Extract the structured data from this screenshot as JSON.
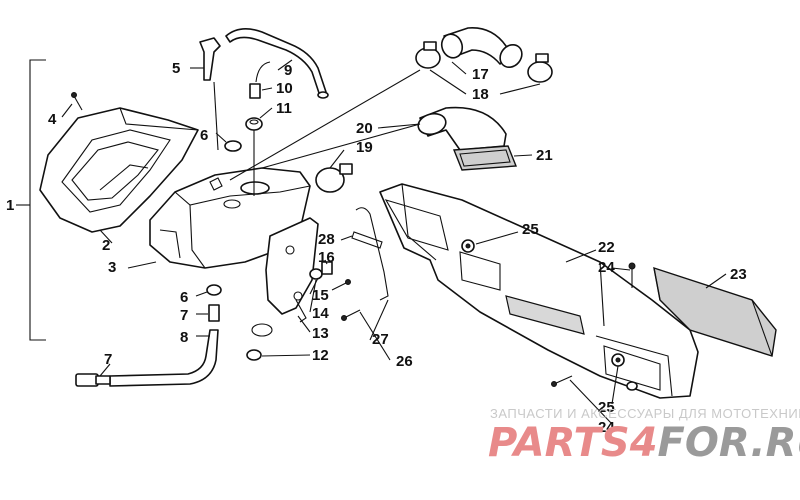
{
  "diagram": {
    "callouts": [
      {
        "id": "c1",
        "label": "1"
      },
      {
        "id": "c2",
        "label": "2"
      },
      {
        "id": "c3",
        "label": "3"
      },
      {
        "id": "c4",
        "label": "4"
      },
      {
        "id": "c5",
        "label": "5"
      },
      {
        "id": "c6a",
        "label": "6"
      },
      {
        "id": "c6b",
        "label": "6"
      },
      {
        "id": "c7a",
        "label": "7"
      },
      {
        "id": "c7b",
        "label": "7"
      },
      {
        "id": "c8",
        "label": "8"
      },
      {
        "id": "c9",
        "label": "9"
      },
      {
        "id": "c10",
        "label": "10"
      },
      {
        "id": "c11",
        "label": "11"
      },
      {
        "id": "c12",
        "label": "12"
      },
      {
        "id": "c13",
        "label": "13"
      },
      {
        "id": "c14",
        "label": "14"
      },
      {
        "id": "c15",
        "label": "15"
      },
      {
        "id": "c16",
        "label": "16"
      },
      {
        "id": "c17",
        "label": "17"
      },
      {
        "id": "c18",
        "label": "18"
      },
      {
        "id": "c19",
        "label": "19"
      },
      {
        "id": "c20",
        "label": "20"
      },
      {
        "id": "c21",
        "label": "21"
      },
      {
        "id": "c22",
        "label": "22"
      },
      {
        "id": "c23",
        "label": "23"
      },
      {
        "id": "c24a",
        "label": "24"
      },
      {
        "id": "c24b",
        "label": "24"
      },
      {
        "id": "c25a",
        "label": "25"
      },
      {
        "id": "c25b",
        "label": "25"
      },
      {
        "id": "c26",
        "label": "26"
      },
      {
        "id": "c27",
        "label": "27"
      },
      {
        "id": "c28",
        "label": "28"
      }
    ]
  },
  "watermark": {
    "tagline": "ЗАПЧАСТИ И АКСЕССУАРЫ ДЛЯ МОТОТЕХНИКИ",
    "brand_red": "PARTS",
    "brand_icon": "4",
    "brand_dark": "FOR.RU",
    "color_red": "#e88a8a",
    "color_dark": "#9a9a9a"
  }
}
